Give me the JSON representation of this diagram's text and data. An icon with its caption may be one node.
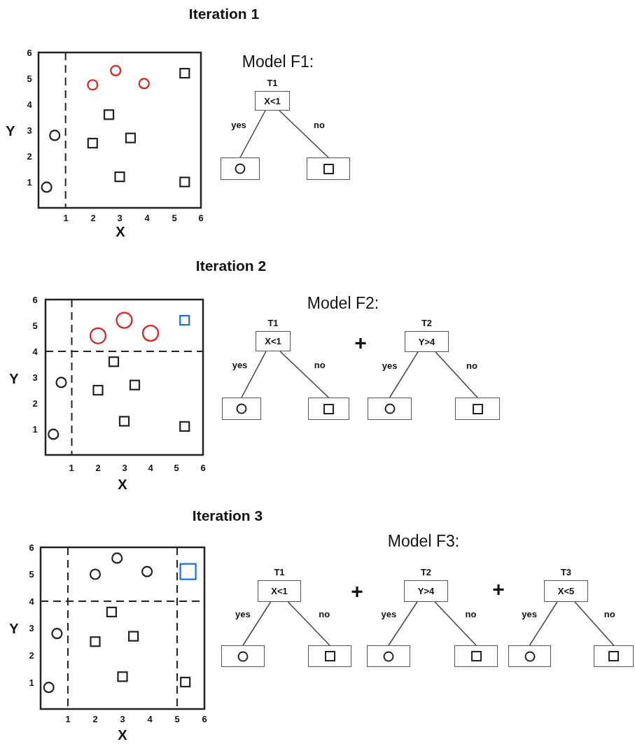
{
  "diagram": {
    "nodes": [
      {
        "text": [
          "T1",
          "X<1"
        ]
      },
      {
        "text": [],
        "shape": "box"
      },
      {
        "text": [],
        "shape": "box"
      },
      {
        "text": [
          "T1",
          "X<1"
        ]
      },
      {
        "text": [],
        "shape": "box"
      },
      {
        "text": [],
        "shape": "box"
      },
      {
        "text": [
          "T2",
          "Y>4"
        ]
      },
      {
        "text": [],
        "shape": "box"
      },
      {
        "text": [],
        "shape": "box"
      },
      {
        "text": [
          "T1",
          "X<1"
        ]
      },
      {
        "text": [],
        "shape": "box"
      },
      {
        "text": [],
        "shape": "box"
      },
      {
        "text": [
          "T2",
          "Y>4"
        ]
      },
      {
        "text": [],
        "shape": "box"
      },
      {
        "text": [],
        "shape": "box"
      },
      {
        "text": [
          "T3",
          "X<5"
        ]
      },
      {
        "text": [],
        "shape": "box"
      },
      {
        "text": [],
        "shape": "box"
      }
    ],
    "edges": [
      {
        "from": 0,
        "to": 1,
        "arrow": "none",
        "label": "yes"
      },
      {
        "from": 0,
        "to": 2,
        "arrow": "none",
        "label": "no"
      },
      {
        "from": 3,
        "to": 4,
        "arrow": "none",
        "label": "yes"
      },
      {
        "from": 3,
        "to": 5,
        "arrow": "none",
        "label": "no"
      },
      {
        "from": 6,
        "to": 7,
        "arrow": "none",
        "label": "yes"
      },
      {
        "from": 6,
        "to": 8,
        "arrow": "none",
        "label": "no"
      },
      {
        "from": 9,
        "to": 10,
        "arrow": "none",
        "label": "yes"
      },
      {
        "from": 9,
        "to": 11,
        "arrow": "none",
        "label": "no"
      },
      {
        "from": 12,
        "to": 13,
        "arrow": "none",
        "label": "yes"
      },
      {
        "from": 12,
        "to": 14,
        "arrow": "none",
        "label": "no"
      },
      {
        "from": 15,
        "to": 16,
        "arrow": "none",
        "label": "yes"
      },
      {
        "from": 15,
        "to": 17,
        "arrow": "none",
        "label": "no"
      }
    ],
    "labels": [
      "Iteration 1",
      "Model F1:",
      "6",
      "5",
      "4",
      "Y",
      "3",
      "2",
      "1",
      "1",
      "2",
      "3",
      "4",
      "5",
      "6",
      "X",
      "Iteration 2",
      "Model F2:",
      "6",
      "5",
      "4",
      "Y",
      "3",
      "2",
      "1",
      "1",
      "2",
      "3",
      "4",
      "5",
      "6",
      "X",
      "+",
      "Iteration 3",
      "Model F3:",
      "6",
      "5",
      "4",
      "Y",
      "3",
      "2",
      "1",
      "1",
      "2",
      "3",
      "4",
      "5",
      "6",
      "X",
      "+",
      "+"
    ]
  }
}
